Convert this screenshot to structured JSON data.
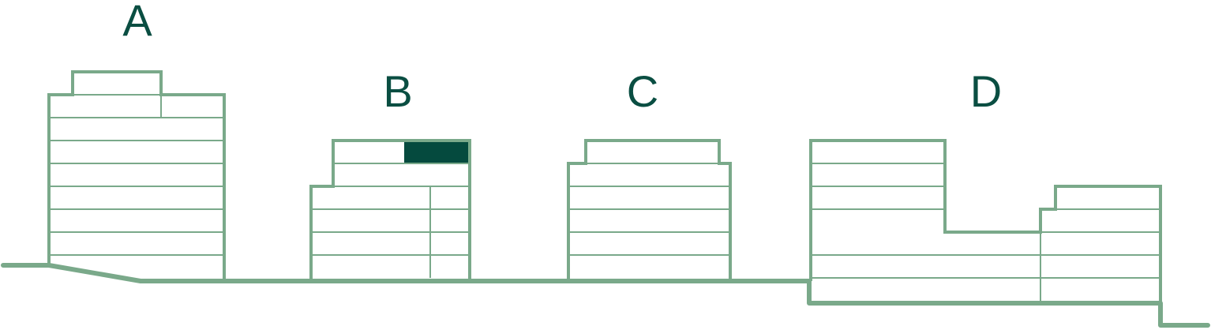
{
  "colors": {
    "outline": "#7aa98a",
    "highlight": "#054a3e",
    "label": "#0a4e42",
    "background": "#ffffff"
  },
  "buildings": [
    {
      "id": "a",
      "label": "A",
      "highlighted": false
    },
    {
      "id": "b",
      "label": "B",
      "highlighted": true
    },
    {
      "id": "c",
      "label": "C",
      "highlighted": false
    },
    {
      "id": "d",
      "label": "D",
      "highlighted": false
    }
  ]
}
